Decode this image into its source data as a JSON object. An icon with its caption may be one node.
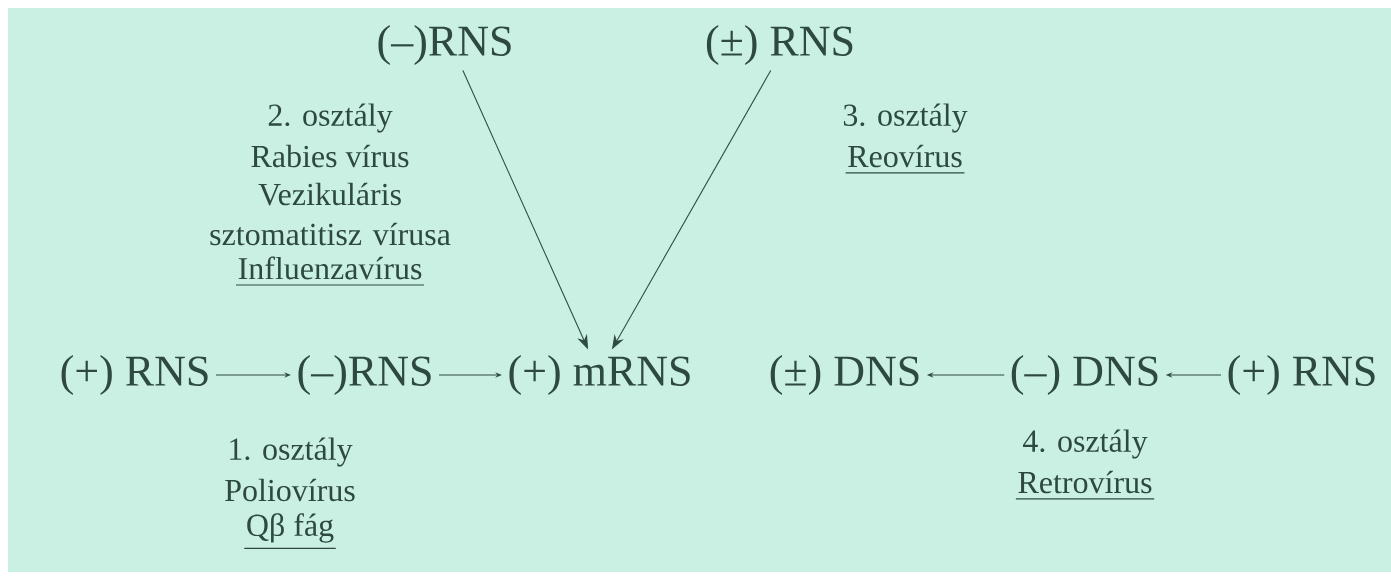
{
  "diagram": {
    "nodes": [
      {
        "text": [
          "(–)RNS"
        ]
      },
      {
        "text": [
          "(±) RNS"
        ]
      },
      {
        "text": [
          "(+) RNS"
        ]
      },
      {
        "text": [
          "(–)RNS"
        ]
      },
      {
        "text": [
          "(+) mRNS"
        ]
      },
      {
        "text": [
          "(±) DNS"
        ]
      },
      {
        "text": [
          "(–) DNS"
        ]
      },
      {
        "text": [
          "(+) RNS"
        ]
      }
    ],
    "edges": [
      {
        "from": 0,
        "to": 4,
        "arrow": "to"
      },
      {
        "from": 1,
        "to": 4,
        "arrow": "to"
      },
      {
        "from": 2,
        "to": 3,
        "arrow": "to"
      },
      {
        "from": 3,
        "to": 4,
        "arrow": "to"
      },
      {
        "from": 7,
        "to": 6,
        "arrow": "to"
      },
      {
        "from": 6,
        "to": 5,
        "arrow": "to"
      }
    ],
    "labels": [
      "2. osztály",
      "Rabies vírus",
      "Vezikuláris sztomatitisz vírusa",
      "Influenzavírus",
      "3. osztály",
      "Reovírus",
      "1. osztály",
      "Poliovírus",
      "Qβ fág",
      "4. osztály",
      "Retrovírus"
    ]
  }
}
